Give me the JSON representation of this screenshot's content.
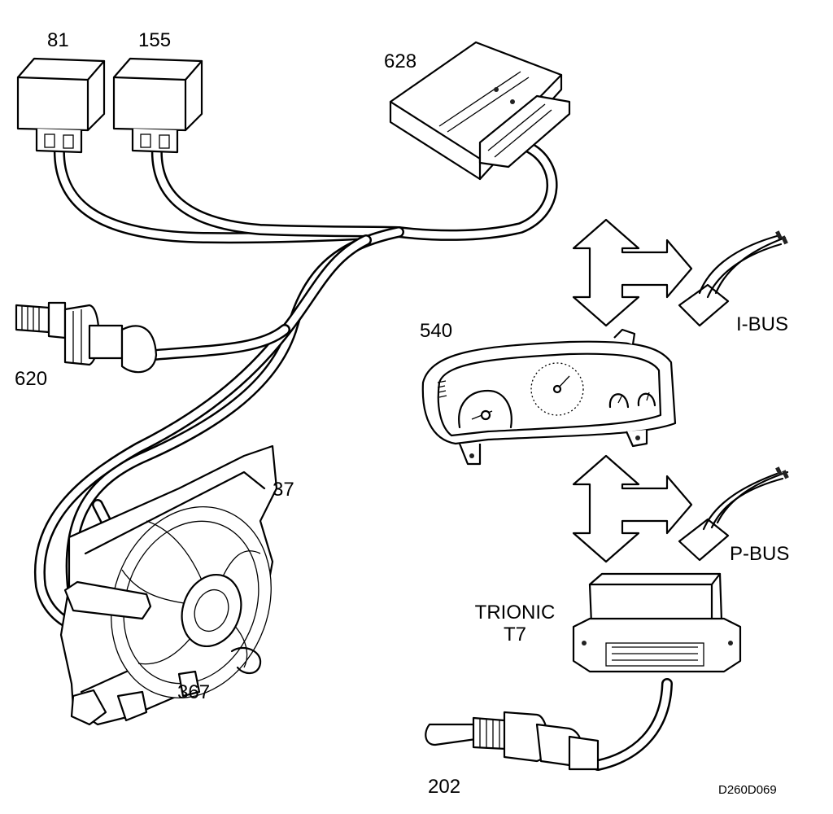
{
  "labels": {
    "relay_81": "81",
    "relay_155": "155",
    "ecu_628": "628",
    "sensor_620": "620",
    "instrument_540": "540",
    "fan_37": "37",
    "fan_367": "367",
    "trionic_line1": "TRIONIC",
    "trionic_line2": "T7",
    "sensor_202": "202",
    "ibus": "I-BUS",
    "pbus": "P-BUS",
    "drawing_code": "D260D069"
  }
}
